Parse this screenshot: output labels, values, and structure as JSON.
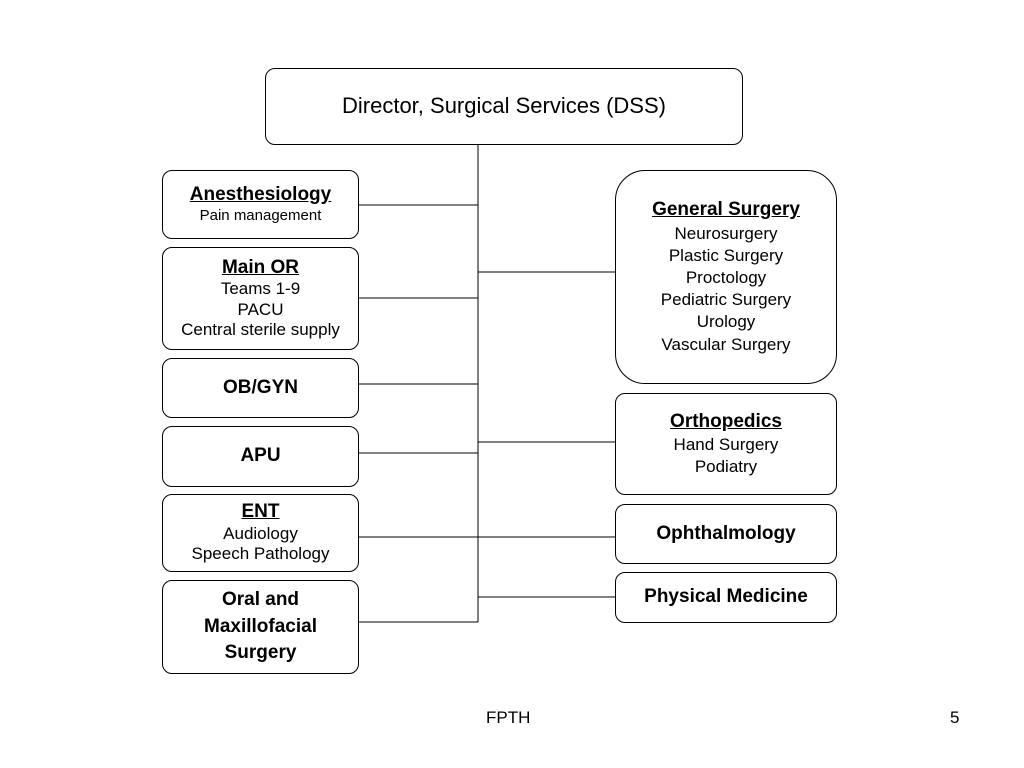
{
  "director": "Director, Surgical Services (DSS)",
  "left": [
    {
      "title": "Anesthesiology",
      "items": [
        "Pain management"
      ]
    },
    {
      "title": "Main OR",
      "items": [
        "Teams 1-9",
        "PACU",
        "Central sterile supply"
      ]
    },
    {
      "title": "OB/GYN",
      "items": []
    },
    {
      "title": "APU",
      "items": []
    },
    {
      "title": "ENT",
      "items": [
        "Audiology",
        "Speech Pathology"
      ]
    },
    {
      "title_lines": [
        "Oral and",
        "Maxillofacial",
        "Surgery"
      ]
    }
  ],
  "right": [
    {
      "title": "General Surgery",
      "items": [
        "Neurosurgery",
        "Plastic Surgery",
        "Proctology",
        "Pediatric Surgery",
        "Urology",
        "Vascular Surgery"
      ]
    },
    {
      "title": "Orthopedics",
      "items": [
        "Hand Surgery",
        "Podiatry"
      ]
    },
    {
      "title": "Ophthalmology",
      "items": []
    },
    {
      "title": "Physical Medicine",
      "items": []
    }
  ],
  "footer": {
    "center": "FPTH",
    "page": "5"
  }
}
